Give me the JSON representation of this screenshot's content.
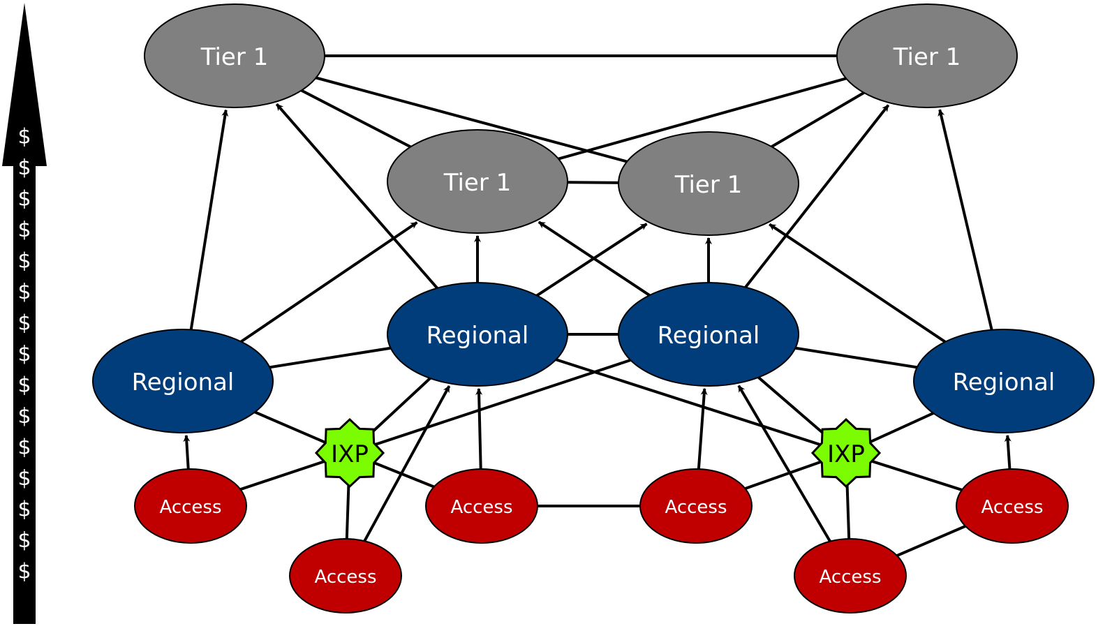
{
  "colors": {
    "tier1_fill": "#808080",
    "regional_fill": "#003d7a",
    "access_fill": "#c00000",
    "ixp_fill": "#7cfc00",
    "stroke": "#000000",
    "text": "#ffffff"
  },
  "labels": {
    "tier1": "Tier 1",
    "regional": "Regional",
    "access": "Access",
    "ixp": "IXP",
    "dollar": "$"
  },
  "nodes": [
    {
      "id": "t1a",
      "kind": "tier1",
      "icon": "tier1-ellipse"
    },
    {
      "id": "t1b",
      "kind": "tier1",
      "icon": "tier1-ellipse"
    },
    {
      "id": "t1c",
      "kind": "tier1",
      "icon": "tier1-ellipse"
    },
    {
      "id": "t1d",
      "kind": "tier1",
      "icon": "tier1-ellipse"
    },
    {
      "id": "rg1",
      "kind": "regional",
      "icon": "regional-ellipse"
    },
    {
      "id": "rg2",
      "kind": "regional",
      "icon": "regional-ellipse"
    },
    {
      "id": "rg3",
      "kind": "regional",
      "icon": "regional-ellipse"
    },
    {
      "id": "rg4",
      "kind": "regional",
      "icon": "regional-ellipse"
    },
    {
      "id": "ac1",
      "kind": "access",
      "icon": "access-ellipse"
    },
    {
      "id": "ac2",
      "kind": "access",
      "icon": "access-ellipse"
    },
    {
      "id": "ac3",
      "kind": "access",
      "icon": "access-ellipse"
    },
    {
      "id": "ac4",
      "kind": "access",
      "icon": "access-ellipse"
    },
    {
      "id": "ac5",
      "kind": "access",
      "icon": "access-ellipse"
    },
    {
      "id": "ac6",
      "kind": "access",
      "icon": "access-ellipse"
    },
    {
      "id": "ixp1",
      "kind": "ixp",
      "icon": "ixp-star"
    },
    {
      "id": "ixp2",
      "kind": "ixp",
      "icon": "ixp-star"
    }
  ],
  "peering_links": [
    [
      "t1a",
      "t1d"
    ],
    [
      "t1a",
      "t1c"
    ],
    [
      "t1a",
      "t1b"
    ],
    [
      "t1d",
      "t1b"
    ],
    [
      "t1d",
      "t1c"
    ],
    [
      "t1b",
      "t1c"
    ],
    [
      "rg1",
      "rg2"
    ],
    [
      "rg2",
      "rg3"
    ],
    [
      "rg3",
      "rg4"
    ],
    [
      "rg1",
      "ixp1"
    ],
    [
      "rg2",
      "ixp1"
    ],
    [
      "rg3",
      "ixp1"
    ],
    [
      "ac1",
      "ixp1"
    ],
    [
      "ac2",
      "ixp1"
    ],
    [
      "ac3",
      "ixp1"
    ],
    [
      "rg2",
      "ixp2"
    ],
    [
      "rg3",
      "ixp2"
    ],
    [
      "rg4",
      "ixp2"
    ],
    [
      "ac4",
      "ixp2"
    ],
    [
      "ac5",
      "ixp2"
    ],
    [
      "ac6",
      "ixp2"
    ],
    [
      "ac3",
      "ac4"
    ],
    [
      "ac5",
      "ac6"
    ]
  ],
  "transit_links": [
    [
      "rg1",
      "t1a"
    ],
    [
      "rg1",
      "t1b"
    ],
    [
      "rg2",
      "t1a"
    ],
    [
      "rg2",
      "t1b"
    ],
    [
      "rg2",
      "t1c"
    ],
    [
      "rg3",
      "t1b"
    ],
    [
      "rg3",
      "t1c"
    ],
    [
      "rg3",
      "t1d"
    ],
    [
      "rg4",
      "t1c"
    ],
    [
      "rg4",
      "t1d"
    ],
    [
      "ac1",
      "rg1"
    ],
    [
      "ac2",
      "rg2"
    ],
    [
      "ac3",
      "rg2"
    ],
    [
      "ac4",
      "rg3"
    ],
    [
      "ac5",
      "rg3"
    ],
    [
      "ac6",
      "rg4"
    ]
  ],
  "side_arrow": {
    "meaning": "money flows upward",
    "dollar_count": 15
  }
}
